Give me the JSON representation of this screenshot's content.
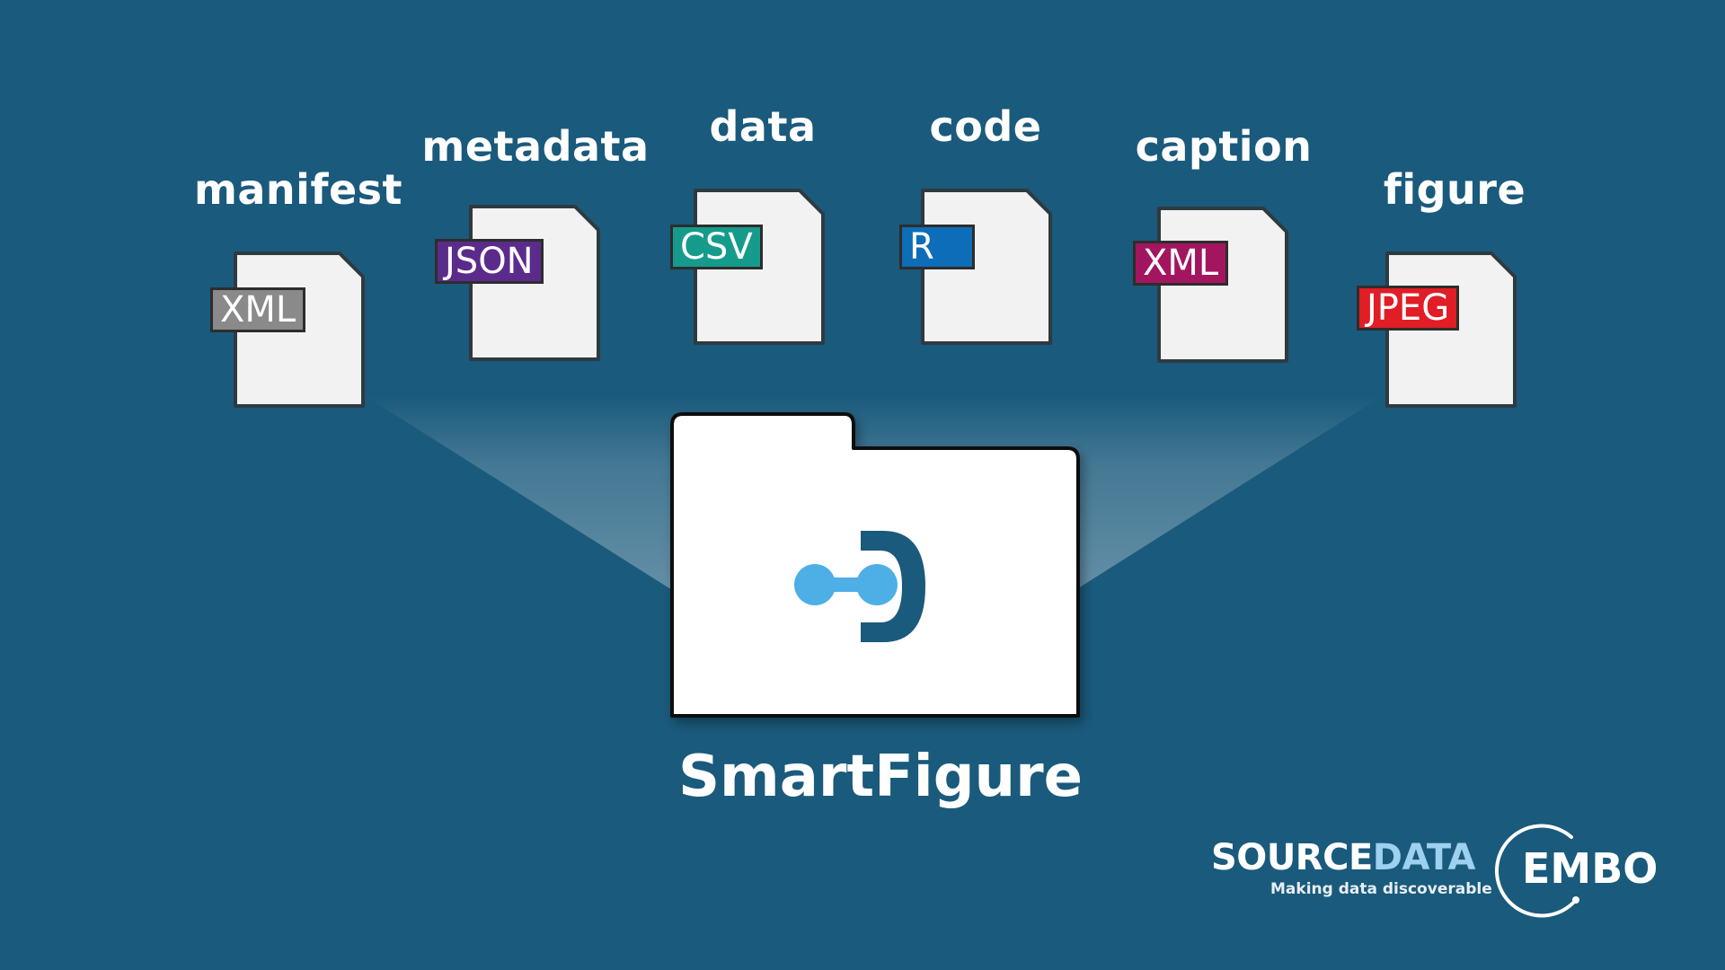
{
  "title": "SmartFigure",
  "files": [
    {
      "label": "manifest",
      "format": "XML",
      "tag_color": "#8a8a8a"
    },
    {
      "label": "metadata",
      "format": "JSON",
      "tag_color": "#5b2b8c"
    },
    {
      "label": "data",
      "format": "CSV",
      "tag_color": "#159b8c"
    },
    {
      "label": "code",
      "format": "R",
      "tag_color": "#0d6db8"
    },
    {
      "label": "caption",
      "format": "XML",
      "tag_color": "#a3165f"
    },
    {
      "label": "figure",
      "format": "JPEG",
      "tag_color": "#e11d25"
    }
  ],
  "folder": {
    "icon": "sourcedata-logo-icon"
  },
  "branding": {
    "sourcedata": {
      "name_part1": "SOURCE",
      "name_part2": "DATA",
      "tagline": "Making data discoverable"
    },
    "embo": {
      "name": "EMBO"
    }
  },
  "colors": {
    "background": "#1a5a7c",
    "document": "#f2f2f2",
    "logo_light_blue": "#4eaee6",
    "logo_dark_blue": "#1a5a7c"
  }
}
